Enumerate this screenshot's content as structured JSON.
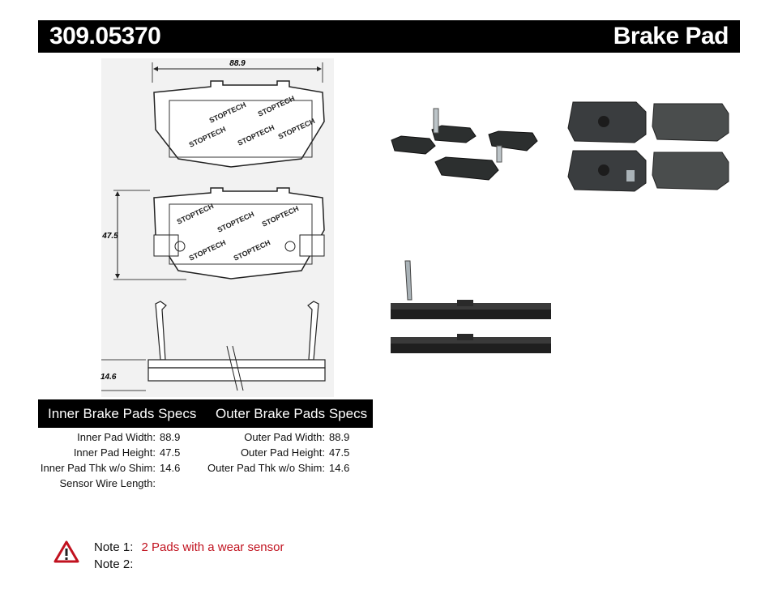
{
  "header": {
    "part_number": "309.05370",
    "title": "Brake Pad"
  },
  "drawing": {
    "dim_width": "88.9",
    "dim_height": "47.5",
    "dim_thickness": "14.6",
    "logo_text": "STOPTECH"
  },
  "specs": {
    "inner_title": "Inner Brake Pads Specs",
    "outer_title": "Outer Brake Pads Specs",
    "inner": [
      {
        "label": "Inner Pad Width:",
        "value": "88.9"
      },
      {
        "label": "Inner Pad Height:",
        "value": "47.5"
      },
      {
        "label": "Inner Pad Thk w/o Shim:",
        "value": "14.6"
      },
      {
        "label": "Sensor Wire Length:",
        "value": ""
      }
    ],
    "outer": [
      {
        "label": "Outer Pad Width:",
        "value": "88.9"
      },
      {
        "label": "Outer Pad Height:",
        "value": "47.5"
      },
      {
        "label": "Outer Pad Thk w/o Shim:",
        "value": "14.6"
      }
    ]
  },
  "notes": {
    "note1_label": "Note 1:",
    "note1_text": "2 Pads with a wear sensor",
    "note2_label": "Note 2:",
    "note2_text": ""
  },
  "colors": {
    "header_bg": "#000000",
    "note_red": "#c1121f",
    "pad_dark": "#2c2f2f"
  }
}
